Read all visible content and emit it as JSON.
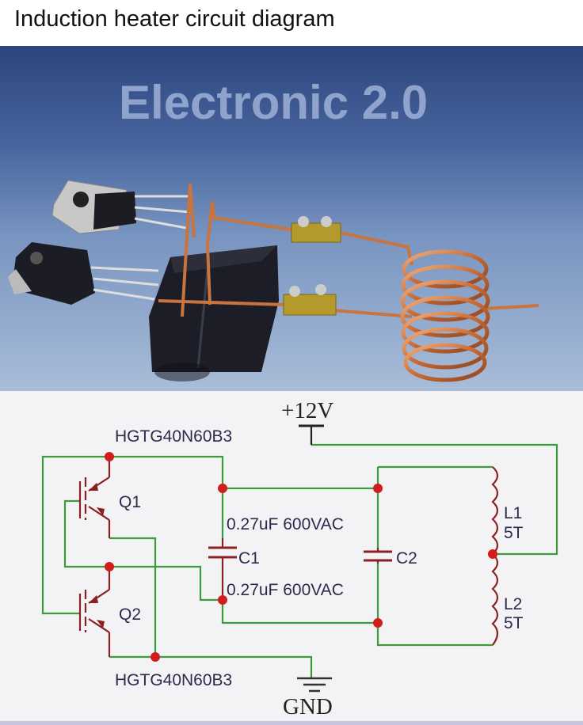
{
  "title": "Induction heater circuit diagram",
  "schematic": {
    "supply_label": "+12V",
    "ground_label": "GND",
    "top_transistor_part": "HGTG40N60B3",
    "bottom_transistor_part": "HGTG40N60B3",
    "q1": "Q1",
    "q2": "Q2",
    "c1": "C1",
    "c2": "C2",
    "cap_value_top": "0.27uF 600VAC",
    "cap_value_bottom": "0.27uF 600VAC",
    "l1": "L1",
    "l1_turns": "5T",
    "l2": "L2",
    "l2_turns": "5T",
    "watermark": "Electronic 2.0"
  },
  "colors": {
    "wire": "#3d9a3d",
    "component": "#8a2020",
    "node": "#d21d1d"
  }
}
